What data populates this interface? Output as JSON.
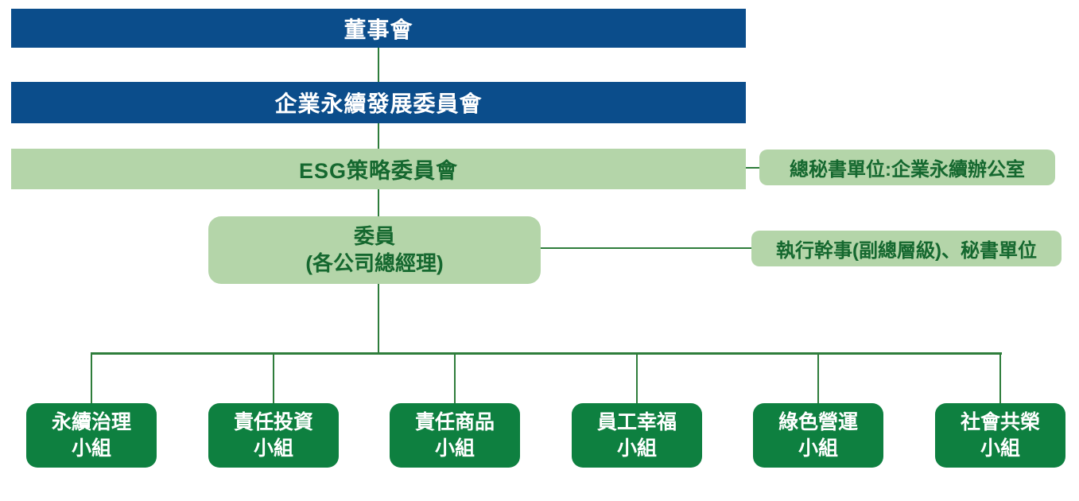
{
  "colors": {
    "bar_blue": "#0B4D8B",
    "light_green": "#B4D5A9",
    "dark_green_box": "#0E8040",
    "dark_green_text": "#15682F",
    "connector_green": "#2E7D3B",
    "white_text": "#FFFFFF"
  },
  "org": {
    "level1": {
      "label": "董事會"
    },
    "level2": {
      "label": "企業永續發展委員會"
    },
    "level3": {
      "label": "ESG策略委員會",
      "side_label": "總秘書單位:企業永續辦公室"
    },
    "level4": {
      "line1": "委員",
      "line2": "(各公司總經理)",
      "side_label": "執行幹事(副總層級)、秘書單位"
    },
    "groups": [
      {
        "line1": "永續治理",
        "line2": "小組"
      },
      {
        "line1": "責任投資",
        "line2": "小組"
      },
      {
        "line1": "責任商品",
        "line2": "小組"
      },
      {
        "line1": "員工幸福",
        "line2": "小組"
      },
      {
        "line1": "綠色營運",
        "line2": "小組"
      },
      {
        "line1": "社會共榮",
        "line2": "小組"
      }
    ]
  }
}
